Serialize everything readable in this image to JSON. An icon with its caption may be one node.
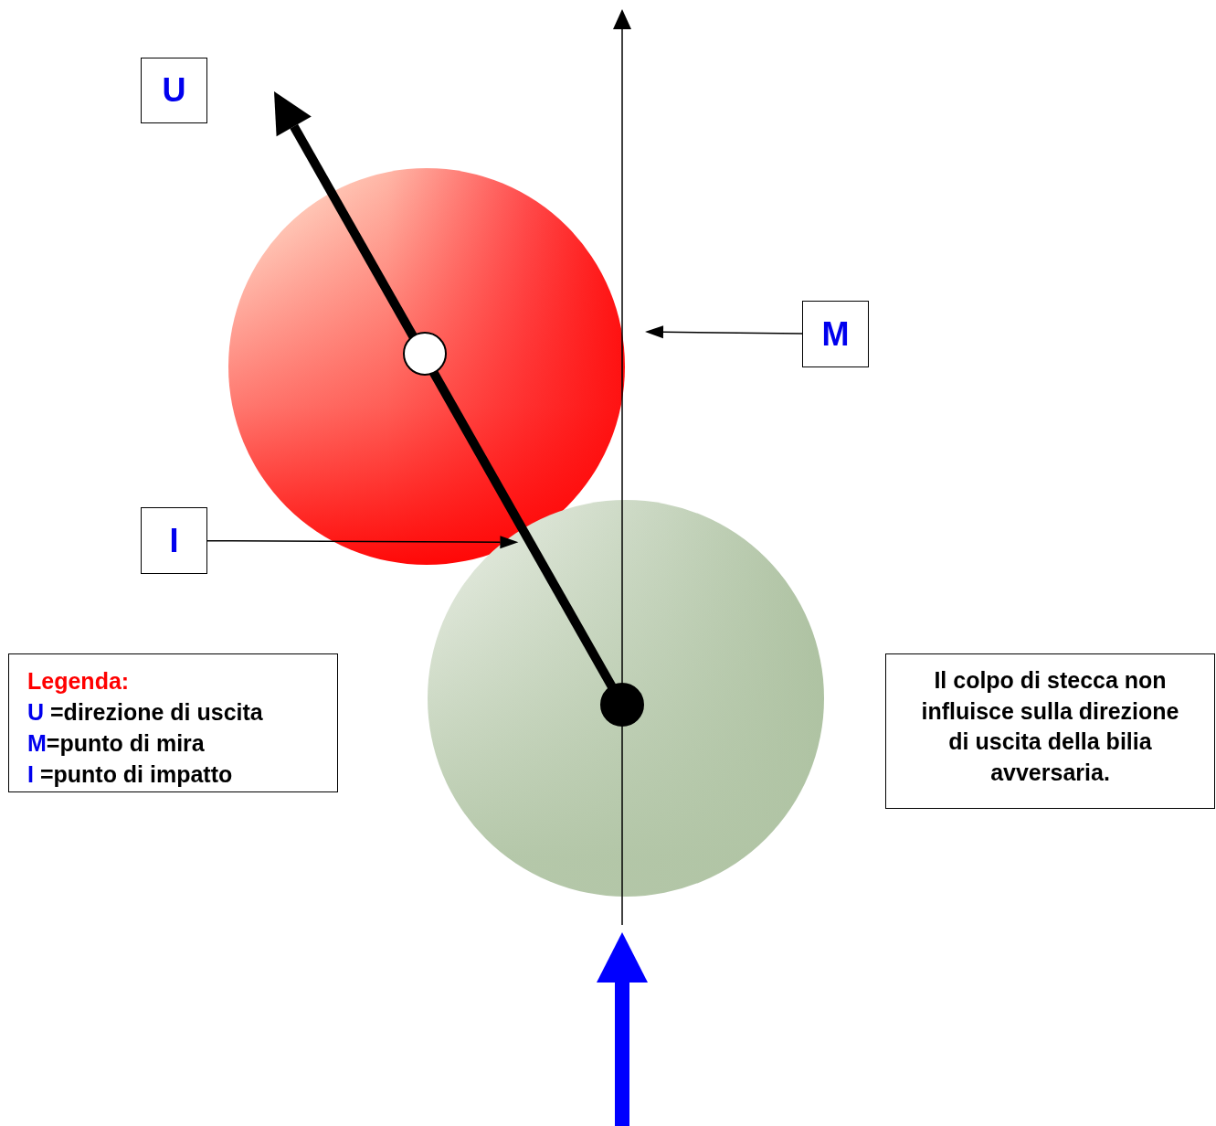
{
  "diagram": {
    "nodes": [
      {
        "text": [
          "U"
        ]
      },
      {
        "text": [
          "M"
        ]
      },
      {
        "text": [
          "I"
        ]
      },
      {
        "text": [
          "Legenda:",
          "U =direzione di uscita",
          "M=punto di mira",
          "I =punto di impatto"
        ]
      },
      {
        "text": [
          "Il colpo di stecca non influisce sulla direzione di uscita della bilia avversaria."
        ]
      },
      {
        "text": [],
        "shape": "circle"
      },
      {
        "text": [],
        "shape": "circle"
      },
      {
        "text": [],
        "shape": "circle",
        "in": 5
      },
      {
        "text": [],
        "shape": "circle",
        "in": 6
      }
    ],
    "edges": [
      {
        "from": 1,
        "to": null,
        "arrow": "to"
      },
      {
        "from": 2,
        "to": 5,
        "arrow": "to"
      }
    ]
  }
}
